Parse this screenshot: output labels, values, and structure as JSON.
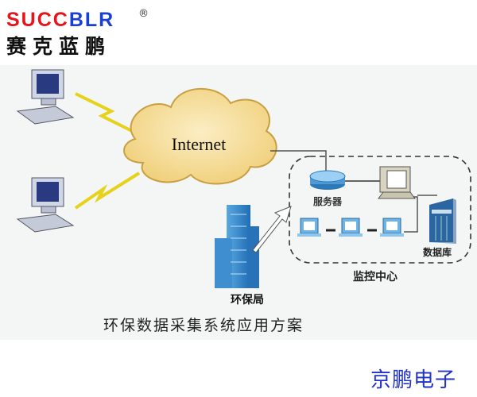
{
  "logo": {
    "brand_red": "SUCC",
    "brand_blue": "BLR",
    "registered": "®",
    "chinese_name": "赛克蓝鹏"
  },
  "diagram": {
    "internet_label": "Internet",
    "server_label": "服务器",
    "database_label": "数据库",
    "monitor_center_label": "监控中心",
    "epb_label": "环保局",
    "title": "环保数据采集系统应用方案"
  },
  "footer": {
    "company": "京鹏电子"
  },
  "colors": {
    "brand_red": "#e8141c",
    "brand_blue": "#1a3fd6",
    "cloud": "#f6dfa0",
    "footer_blue": "#2233c8"
  }
}
